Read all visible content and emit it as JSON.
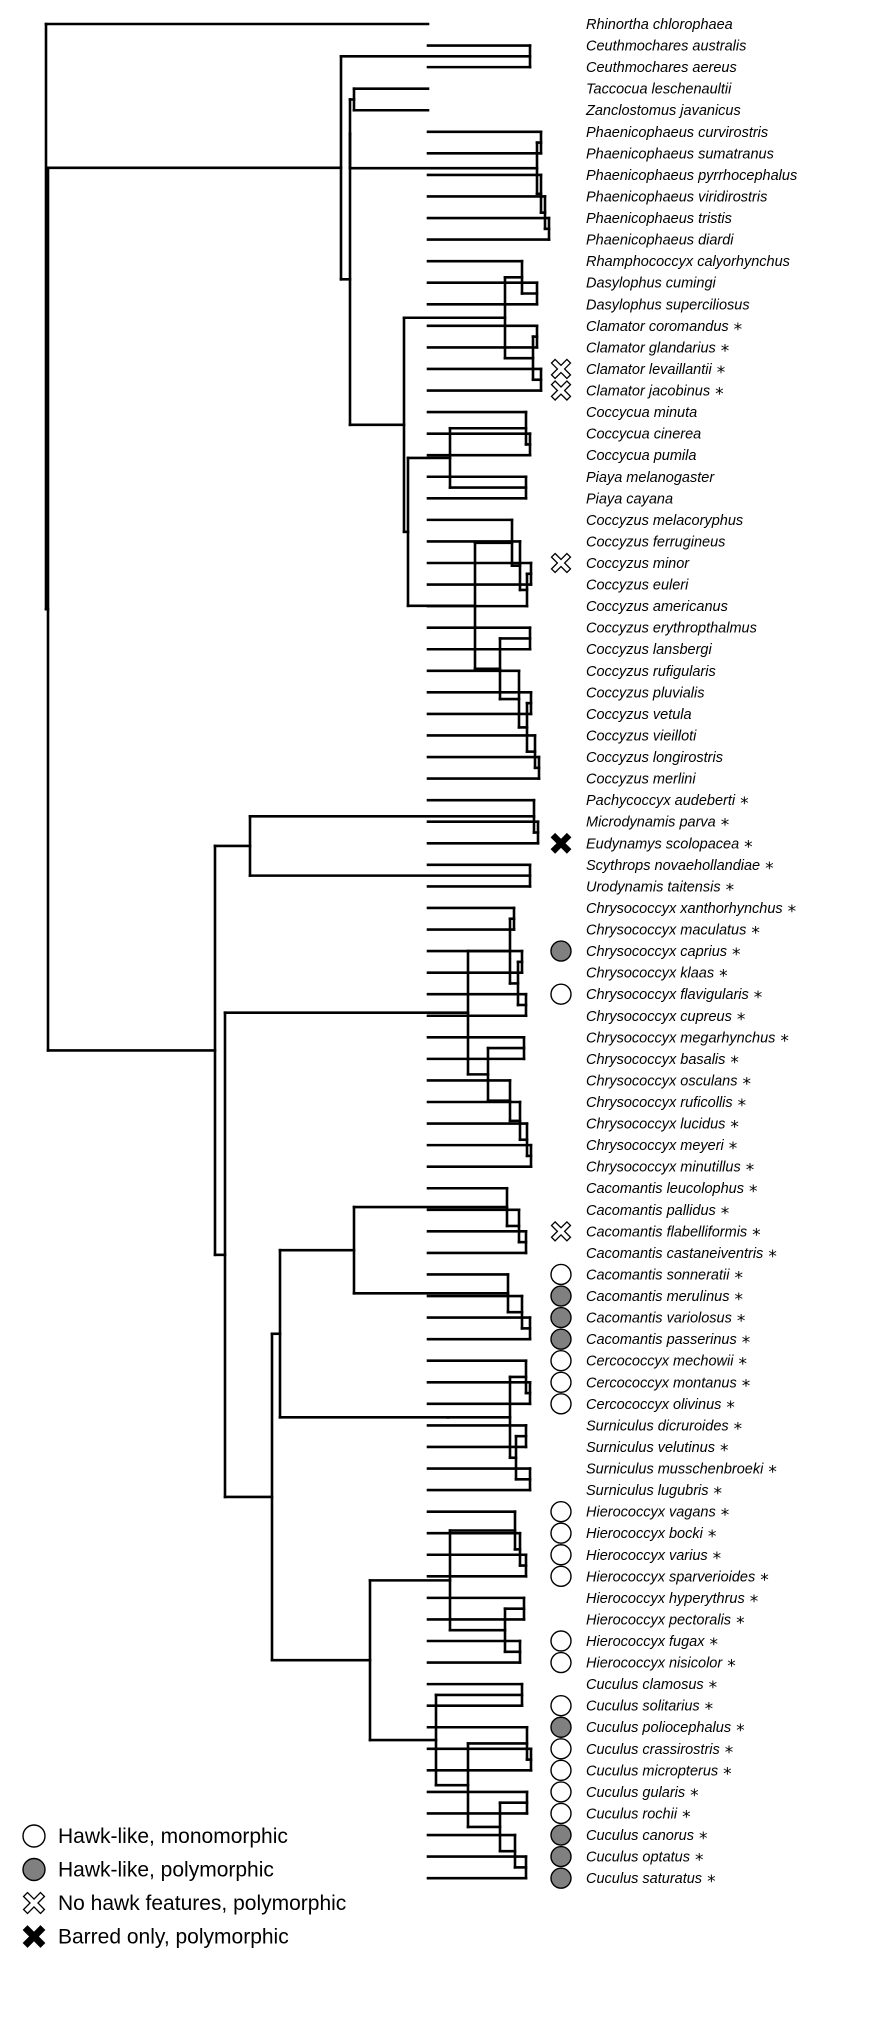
{
  "colors": {
    "line": "#000000",
    "grey_fill": "#808080",
    "white_fill": "#ffffff"
  },
  "icons": {
    "hawk-mono": "open-circle-icon",
    "hawk-poly": "grey-circle-icon",
    "none-poly": "open-cross-icon",
    "barred-poly": "solid-cross-icon",
    "parasite": "asterisk-icon"
  },
  "tree": {
    "tips": [
      {
        "name": "Rhinortha chlorophaea"
      },
      {
        "name": "Ceuthmochares australis"
      },
      {
        "name": "Ceuthmochares aereus"
      },
      {
        "name": "Taccocua leschenaultii"
      },
      {
        "name": "Zanclostomus javanicus"
      },
      {
        "name": "Phaenicophaeus curvirostris"
      },
      {
        "name": "Phaenicophaeus sumatranus"
      },
      {
        "name": "Phaenicophaeus pyrrhocephalus"
      },
      {
        "name": "Phaenicophaeus viridirostris"
      },
      {
        "name": "Phaenicophaeus tristis"
      },
      {
        "name": "Phaenicophaeus diardi"
      },
      {
        "name": "Rhamphococcyx calyorhynchus"
      },
      {
        "name": "Dasylophus cumingi"
      },
      {
        "name": "Dasylophus superciliosus"
      },
      {
        "name": "Clamator coromandus",
        "star": "*"
      },
      {
        "name": "Clamator glandarius",
        "star": "*"
      },
      {
        "name": "Clamator levaillantii",
        "star": "*",
        "mark": "none-poly"
      },
      {
        "name": "Clamator jacobinus",
        "star": "*",
        "mark": "none-poly"
      },
      {
        "name": "Coccycua minuta"
      },
      {
        "name": "Coccycua cinerea"
      },
      {
        "name": "Coccycua pumila"
      },
      {
        "name": "Piaya melanogaster"
      },
      {
        "name": "Piaya cayana"
      },
      {
        "name": "Coccyzus melacoryphus"
      },
      {
        "name": "Coccyzus ferrugineus"
      },
      {
        "name": "Coccyzus minor",
        "mark": "none-poly"
      },
      {
        "name": "Coccyzus euleri"
      },
      {
        "name": "Coccyzus americanus"
      },
      {
        "name": "Coccyzus erythropthalmus"
      },
      {
        "name": "Coccyzus lansbergi"
      },
      {
        "name": "Coccyzus rufigularis"
      },
      {
        "name": "Coccyzus pluvialis"
      },
      {
        "name": "Coccyzus vetula"
      },
      {
        "name": "Coccyzus vieilloti"
      },
      {
        "name": "Coccyzus longirostris"
      },
      {
        "name": "Coccyzus merlini"
      },
      {
        "name": "Pachycoccyx audeberti",
        "star": "*"
      },
      {
        "name": "Microdynamis parva",
        "star": "*"
      },
      {
        "name": "Eudynamys scolopacea",
        "star": "*",
        "mark": "barred-poly"
      },
      {
        "name": "Scythrops novaehollandiae",
        "star": "*"
      },
      {
        "name": "Urodynamis taitensis",
        "star": "*"
      },
      {
        "name": "Chrysococcyx xanthorhynchus",
        "star": "*"
      },
      {
        "name": "Chrysococcyx maculatus",
        "star": "*"
      },
      {
        "name": "Chrysococcyx caprius",
        "star": "*",
        "mark": "hawk-poly"
      },
      {
        "name": "Chrysococcyx klaas",
        "star": "*"
      },
      {
        "name": "Chrysococcyx flavigularis",
        "star": "*",
        "mark": "hawk-mono"
      },
      {
        "name": "Chrysococcyx cupreus",
        "star": "*"
      },
      {
        "name": "Chrysococcyx megarhynchus",
        "star": "*"
      },
      {
        "name": "Chrysococcyx basalis",
        "star": "*"
      },
      {
        "name": "Chrysococcyx osculans",
        "star": "*"
      },
      {
        "name": "Chrysococcyx ruficollis",
        "star": "*"
      },
      {
        "name": "Chrysococcyx lucidus",
        "star": "*"
      },
      {
        "name": "Chrysococcyx meyeri",
        "star": "*"
      },
      {
        "name": "Chrysococcyx minutillus",
        "star": "*"
      },
      {
        "name": "Cacomantis leucolophus",
        "star": "*"
      },
      {
        "name": "Cacomantis pallidus",
        "star": "*"
      },
      {
        "name": "Cacomantis flabelliformis",
        "star": "*",
        "mark": "none-poly"
      },
      {
        "name": "Cacomantis castaneiventris",
        "star": "*"
      },
      {
        "name": "Cacomantis sonneratii",
        "star": "*",
        "mark": "hawk-mono"
      },
      {
        "name": "Cacomantis merulinus",
        "star": "*",
        "mark": "hawk-poly"
      },
      {
        "name": "Cacomantis variolosus",
        "star": "*",
        "mark": "hawk-poly"
      },
      {
        "name": "Cacomantis passerinus",
        "star": "*",
        "mark": "hawk-poly"
      },
      {
        "name": "Cercococcyx mechowii",
        "star": "*",
        "mark": "hawk-mono"
      },
      {
        "name": "Cercococcyx montanus",
        "star": "*",
        "mark": "hawk-mono"
      },
      {
        "name": "Cercococcyx olivinus",
        "star": "*",
        "mark": "hawk-mono"
      },
      {
        "name": "Surniculus dicruroides",
        "star": "*"
      },
      {
        "name": "Surniculus velutinus",
        "star": "*"
      },
      {
        "name": "Surniculus musschenbroeki",
        "star": "*"
      },
      {
        "name": "Surniculus lugubris",
        "star": "*"
      },
      {
        "name": "Hierococcyx vagans",
        "star": "*",
        "mark": "hawk-mono"
      },
      {
        "name": "Hierococcyx bocki",
        "star": "*",
        "mark": "hawk-mono"
      },
      {
        "name": "Hierococcyx varius",
        "star": "*",
        "mark": "hawk-mono"
      },
      {
        "name": "Hierococcyx sparverioides",
        "star": "*",
        "mark": "hawk-mono"
      },
      {
        "name": "Hierococcyx hyperythrus",
        "star": "*"
      },
      {
        "name": "Hierococcyx pectoralis",
        "star": "*"
      },
      {
        "name": "Hierococcyx fugax",
        "star": "*",
        "mark": "hawk-mono"
      },
      {
        "name": "Hierococcyx nisicolor",
        "star": "*",
        "mark": "hawk-mono"
      },
      {
        "name": "Cuculus clamosus",
        "star": "*"
      },
      {
        "name": "Cuculus solitarius",
        "star": "*",
        "mark": "hawk-mono"
      },
      {
        "name": "Cuculus poliocephalus",
        "star": "*",
        "mark": "hawk-poly"
      },
      {
        "name": "Cuculus crassirostris",
        "star": "*",
        "mark": "hawk-mono"
      },
      {
        "name": "Cuculus micropterus",
        "star": "*",
        "mark": "hawk-mono"
      },
      {
        "name": "Cuculus gularis",
        "star": "*",
        "mark": "hawk-mono"
      },
      {
        "name": "Cuculus rochii",
        "star": "*",
        "mark": "hawk-mono"
      },
      {
        "name": "Cuculus canorus",
        "star": "*",
        "mark": "hawk-poly"
      },
      {
        "name": "Cuculus optatus",
        "star": "*",
        "mark": "hawk-poly"
      },
      {
        "name": "Cuculus saturatus",
        "star": "*",
        "mark": "hawk-poly"
      }
    ]
  },
  "legend": [
    {
      "key": "hawk-mono",
      "label": "Hawk-like, monomorphic"
    },
    {
      "key": "hawk-poly",
      "label": "Hawk-like, polymorphic"
    },
    {
      "key": "none-poly",
      "label": "No hawk features, polymorphic"
    },
    {
      "key": "barred-poly",
      "label": "Barred only, polymorphic"
    }
  ]
}
